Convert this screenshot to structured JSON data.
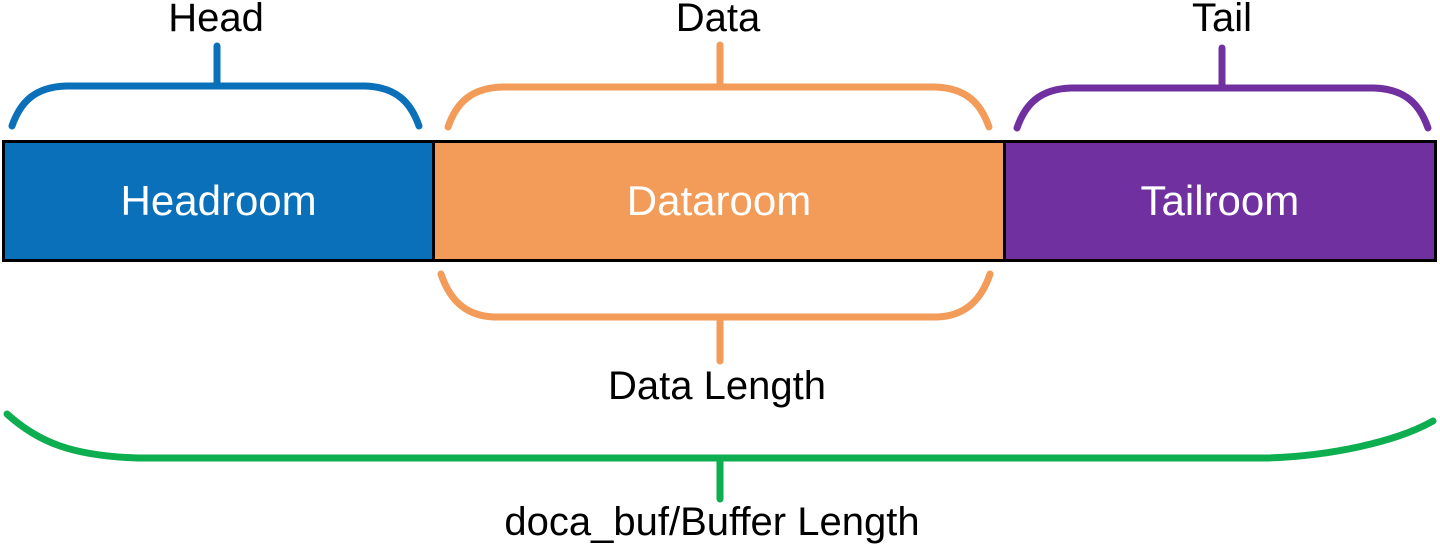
{
  "diagram": {
    "segments": [
      {
        "key": "headroom",
        "section_label": "Head",
        "room_label": "Headroom",
        "color": "#0B70BA"
      },
      {
        "key": "dataroom",
        "section_label": "Data",
        "room_label": "Dataroom",
        "color": "#F39B59"
      },
      {
        "key": "tailroom",
        "section_label": "Tail",
        "room_label": "Tailroom",
        "color": "#7030A0"
      }
    ],
    "data_length": {
      "label": "Data Length",
      "color": "#F39B59"
    },
    "buffer_length": {
      "label": "doca_buf/Buffer Length",
      "color": "#0CAE4F"
    },
    "colors": {
      "bar_border": "#000000",
      "bar_text": "#FFFFFF",
      "label_text": "#000000",
      "background": "#FFFFFF"
    }
  }
}
